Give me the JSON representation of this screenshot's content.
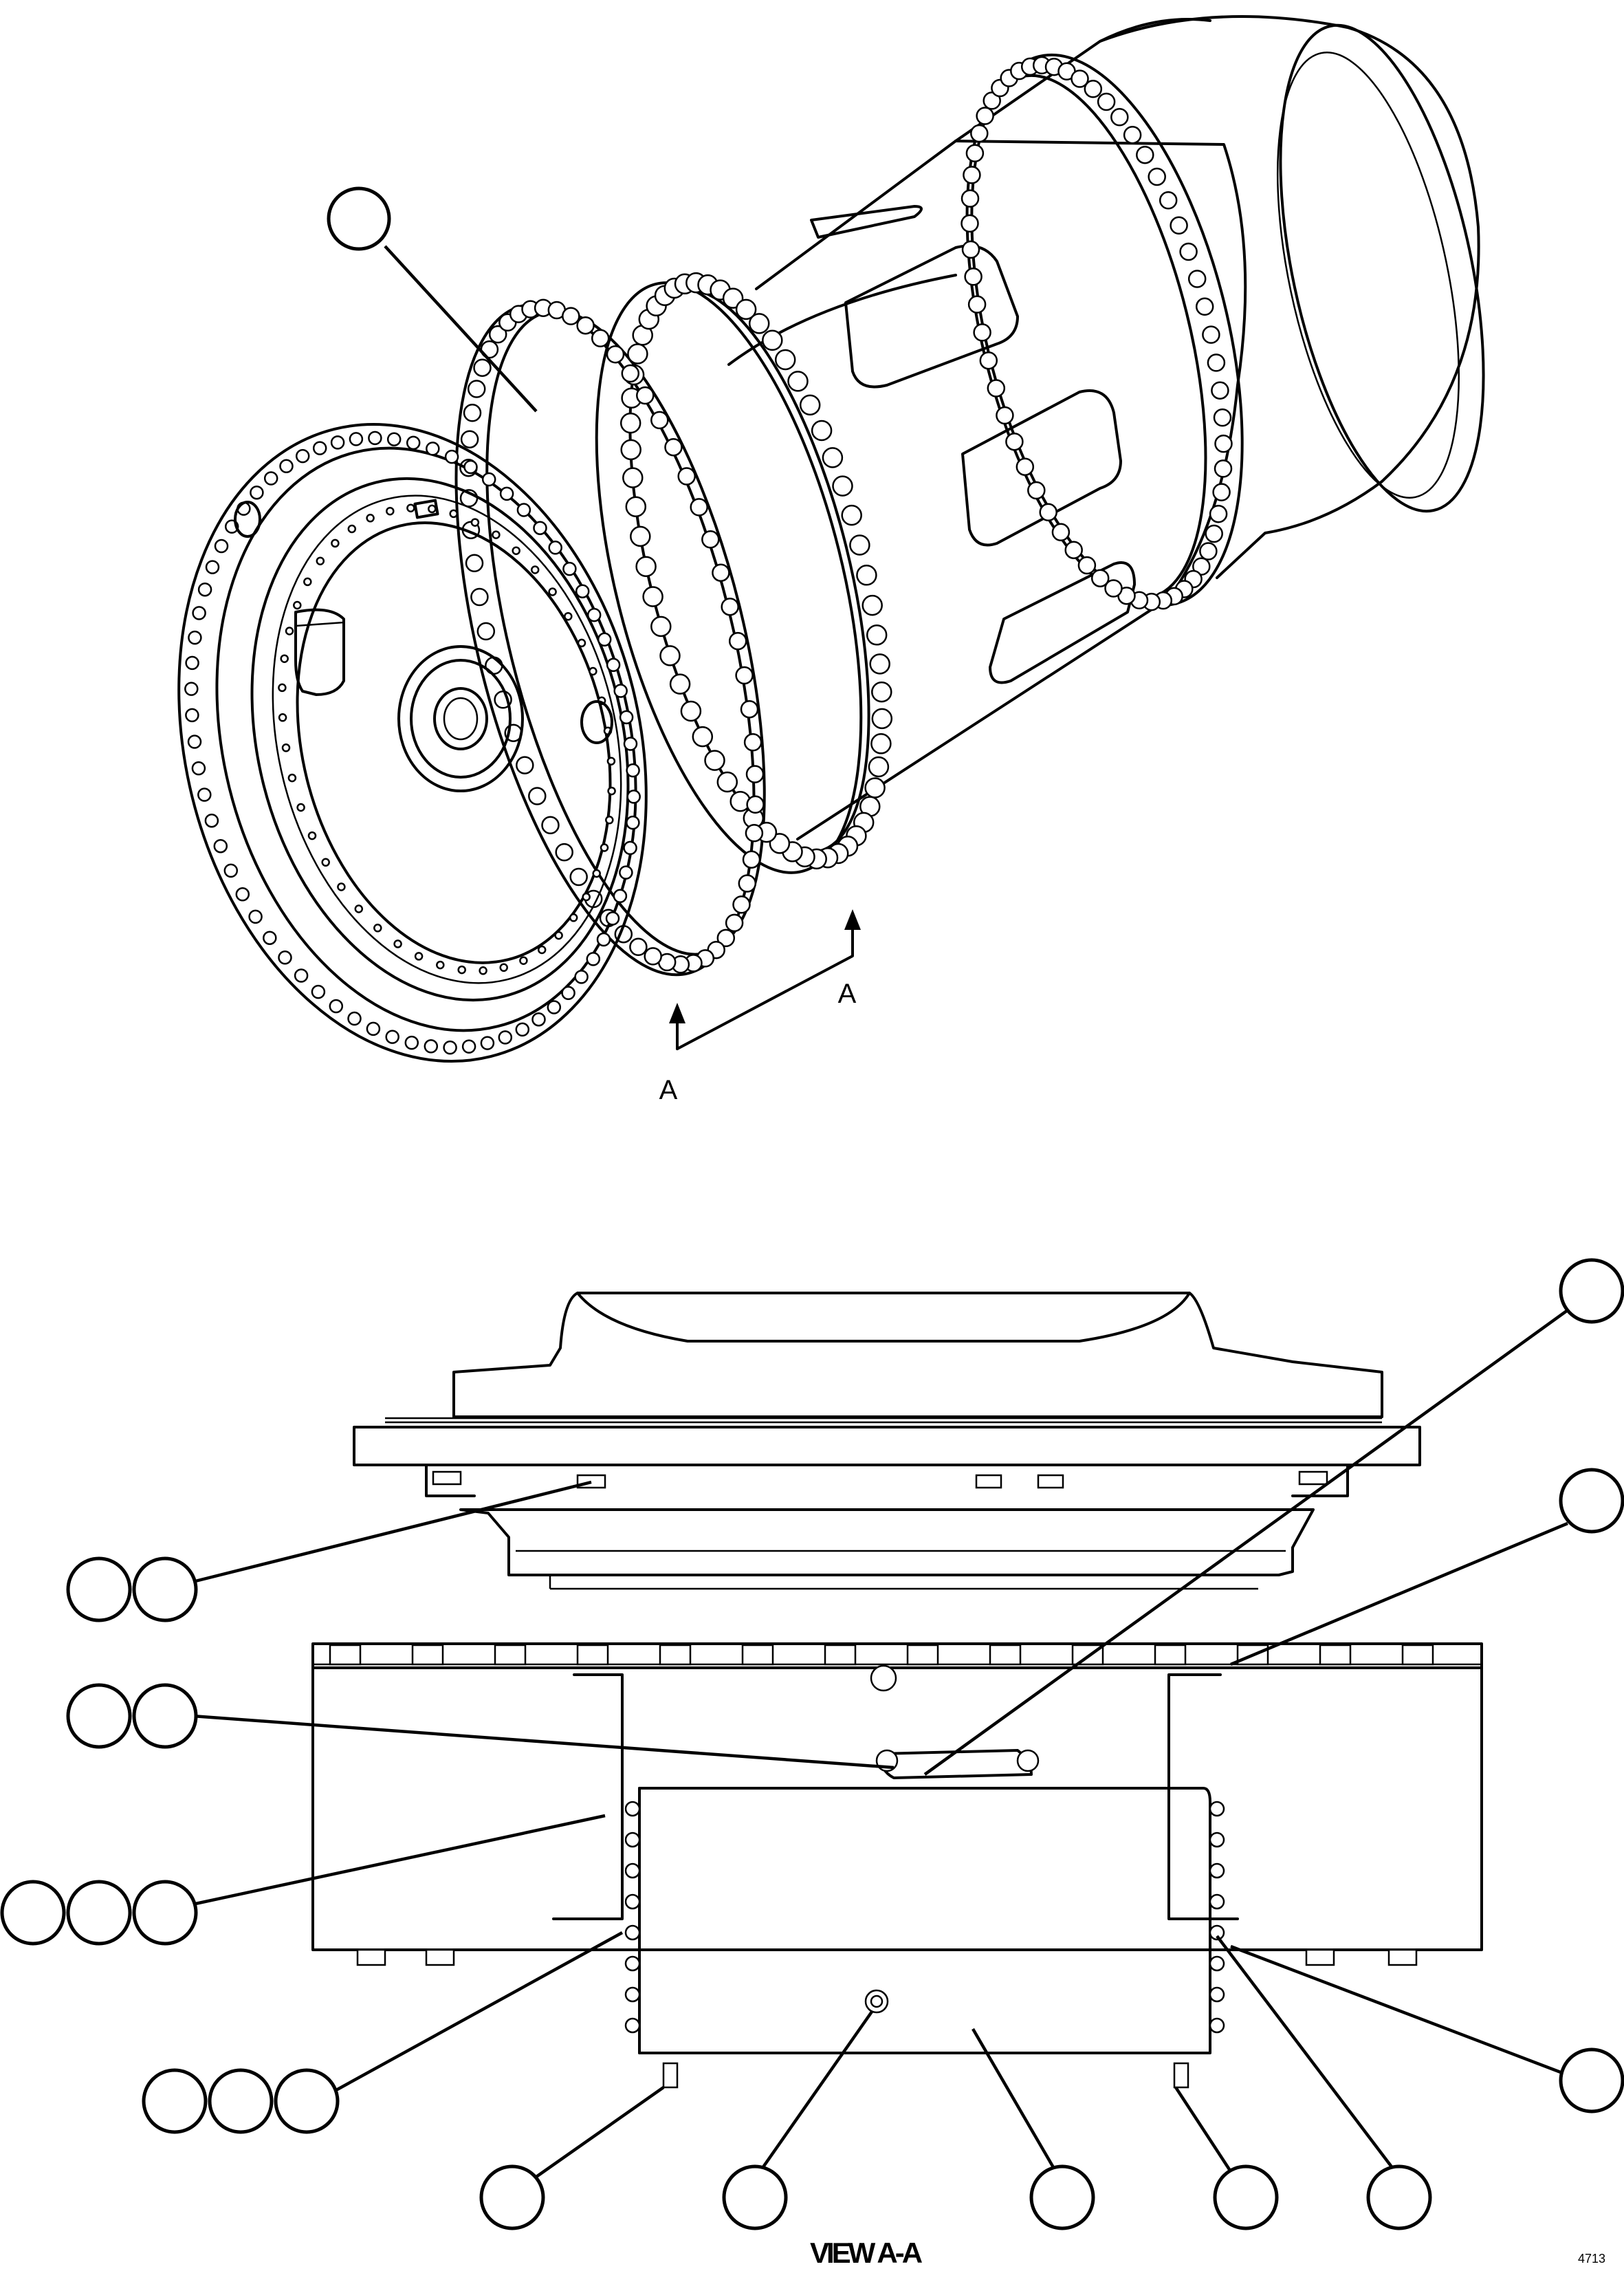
{
  "section_marker": {
    "letter_1": "A",
    "letter_2": "A"
  },
  "view_title": "VIEW A-A",
  "sheet_code": "4713",
  "balloons": [
    {
      "id": "top-assembly-balloon",
      "label": ""
    },
    {
      "id": "right-top-1-balloon",
      "label": ""
    },
    {
      "id": "right-top-2-balloon",
      "label": ""
    },
    {
      "id": "left-1a-balloon",
      "label": ""
    },
    {
      "id": "left-1b-balloon",
      "label": ""
    },
    {
      "id": "left-2a-balloon",
      "label": ""
    },
    {
      "id": "left-2b-balloon",
      "label": ""
    },
    {
      "id": "left-3a-balloon",
      "label": ""
    },
    {
      "id": "left-3b-balloon",
      "label": ""
    },
    {
      "id": "left-3c-balloon",
      "label": ""
    },
    {
      "id": "left-4a-balloon",
      "label": ""
    },
    {
      "id": "left-4b-balloon",
      "label": ""
    },
    {
      "id": "left-4c-balloon",
      "label": ""
    },
    {
      "id": "right-low-balloon",
      "label": ""
    },
    {
      "id": "bottom-1-balloon",
      "label": ""
    },
    {
      "id": "bottom-2-balloon",
      "label": ""
    },
    {
      "id": "bottom-3-balloon",
      "label": ""
    },
    {
      "id": "bottom-4-balloon",
      "label": ""
    },
    {
      "id": "bottom-5-balloon",
      "label": ""
    }
  ]
}
